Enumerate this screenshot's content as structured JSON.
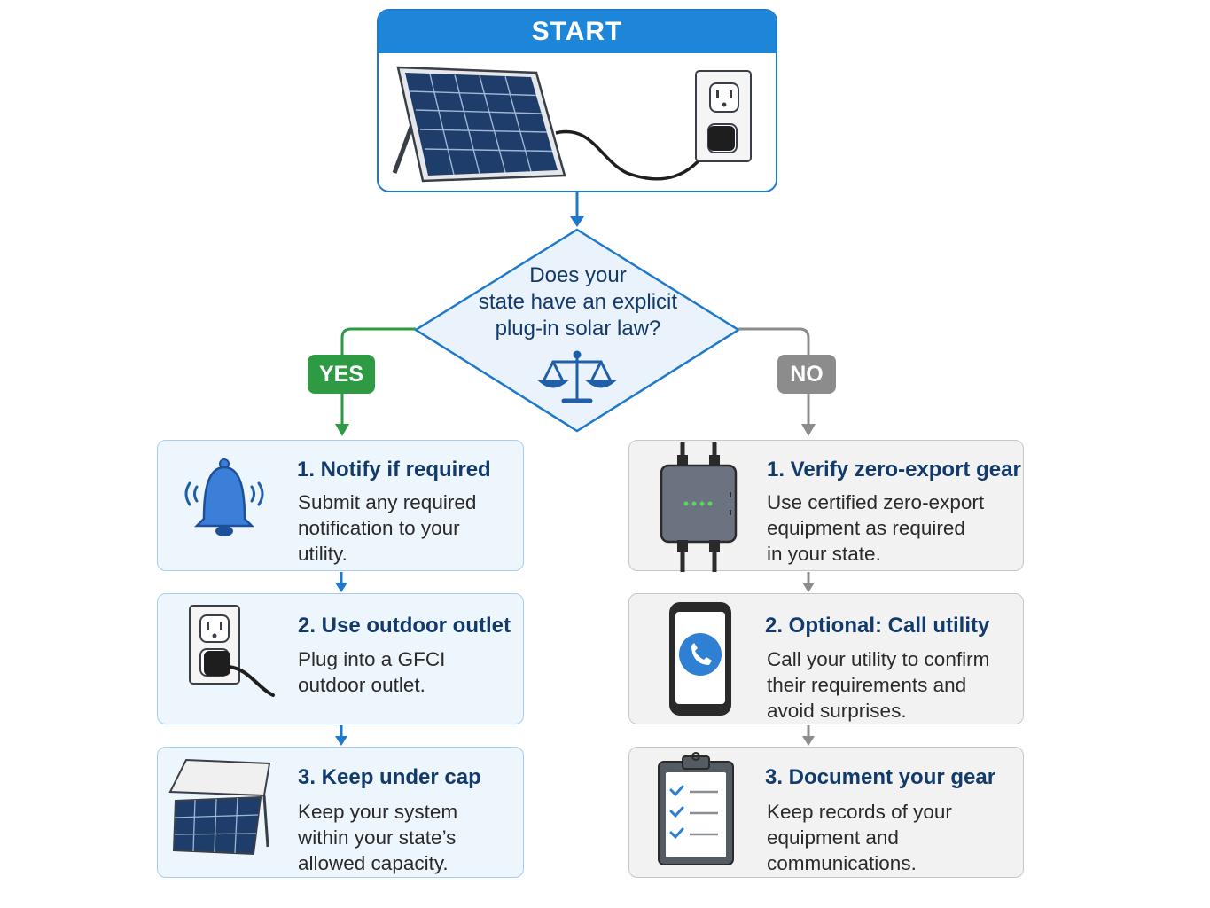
{
  "start": {
    "label": "START"
  },
  "decision": {
    "lines": [
      "Does your",
      "state have an explicit",
      "plug-in solar law?"
    ]
  },
  "branches": {
    "yes": {
      "label": "YES"
    },
    "no": {
      "label": "NO"
    }
  },
  "yes_steps": [
    {
      "title": "1. Notify if required",
      "body": [
        "Submit any required",
        "notification to your",
        "utility."
      ],
      "icon": "bell-icon"
    },
    {
      "title": "2. Use outdoor outlet",
      "body": [
        "Plug into a GFCI",
        "outdoor outlet."
      ],
      "icon": "outdoor-outlet-icon"
    },
    {
      "title": "3. Keep under cap",
      "body": [
        "Keep your system",
        "within your state’s",
        "allowed capacity."
      ],
      "icon": "small-solar-panel-icon"
    }
  ],
  "no_steps": [
    {
      "title": "1. Verify zero-export gear",
      "body": [
        "Use certified zero-export",
        "equipment as required",
        "in your state."
      ],
      "icon": "inverter-device-icon"
    },
    {
      "title": "2. Optional: Call utility",
      "body": [
        "Call your utility to confirm",
        "their requirements and",
        "avoid surprises."
      ],
      "icon": "phone-icon"
    },
    {
      "title": "3. Document your gear",
      "body": [
        "Keep records of your",
        "equipment and",
        "communications."
      ],
      "icon": "clipboard-checklist-icon"
    }
  ],
  "colors": {
    "start_blue": "#1e86d8",
    "title_navy": "#123a6b",
    "yes_green": "#2e9a44",
    "no_gray": "#8c8c8c",
    "yes_box_bg": "#edf5fd",
    "no_box_bg": "#f2f2f2"
  }
}
